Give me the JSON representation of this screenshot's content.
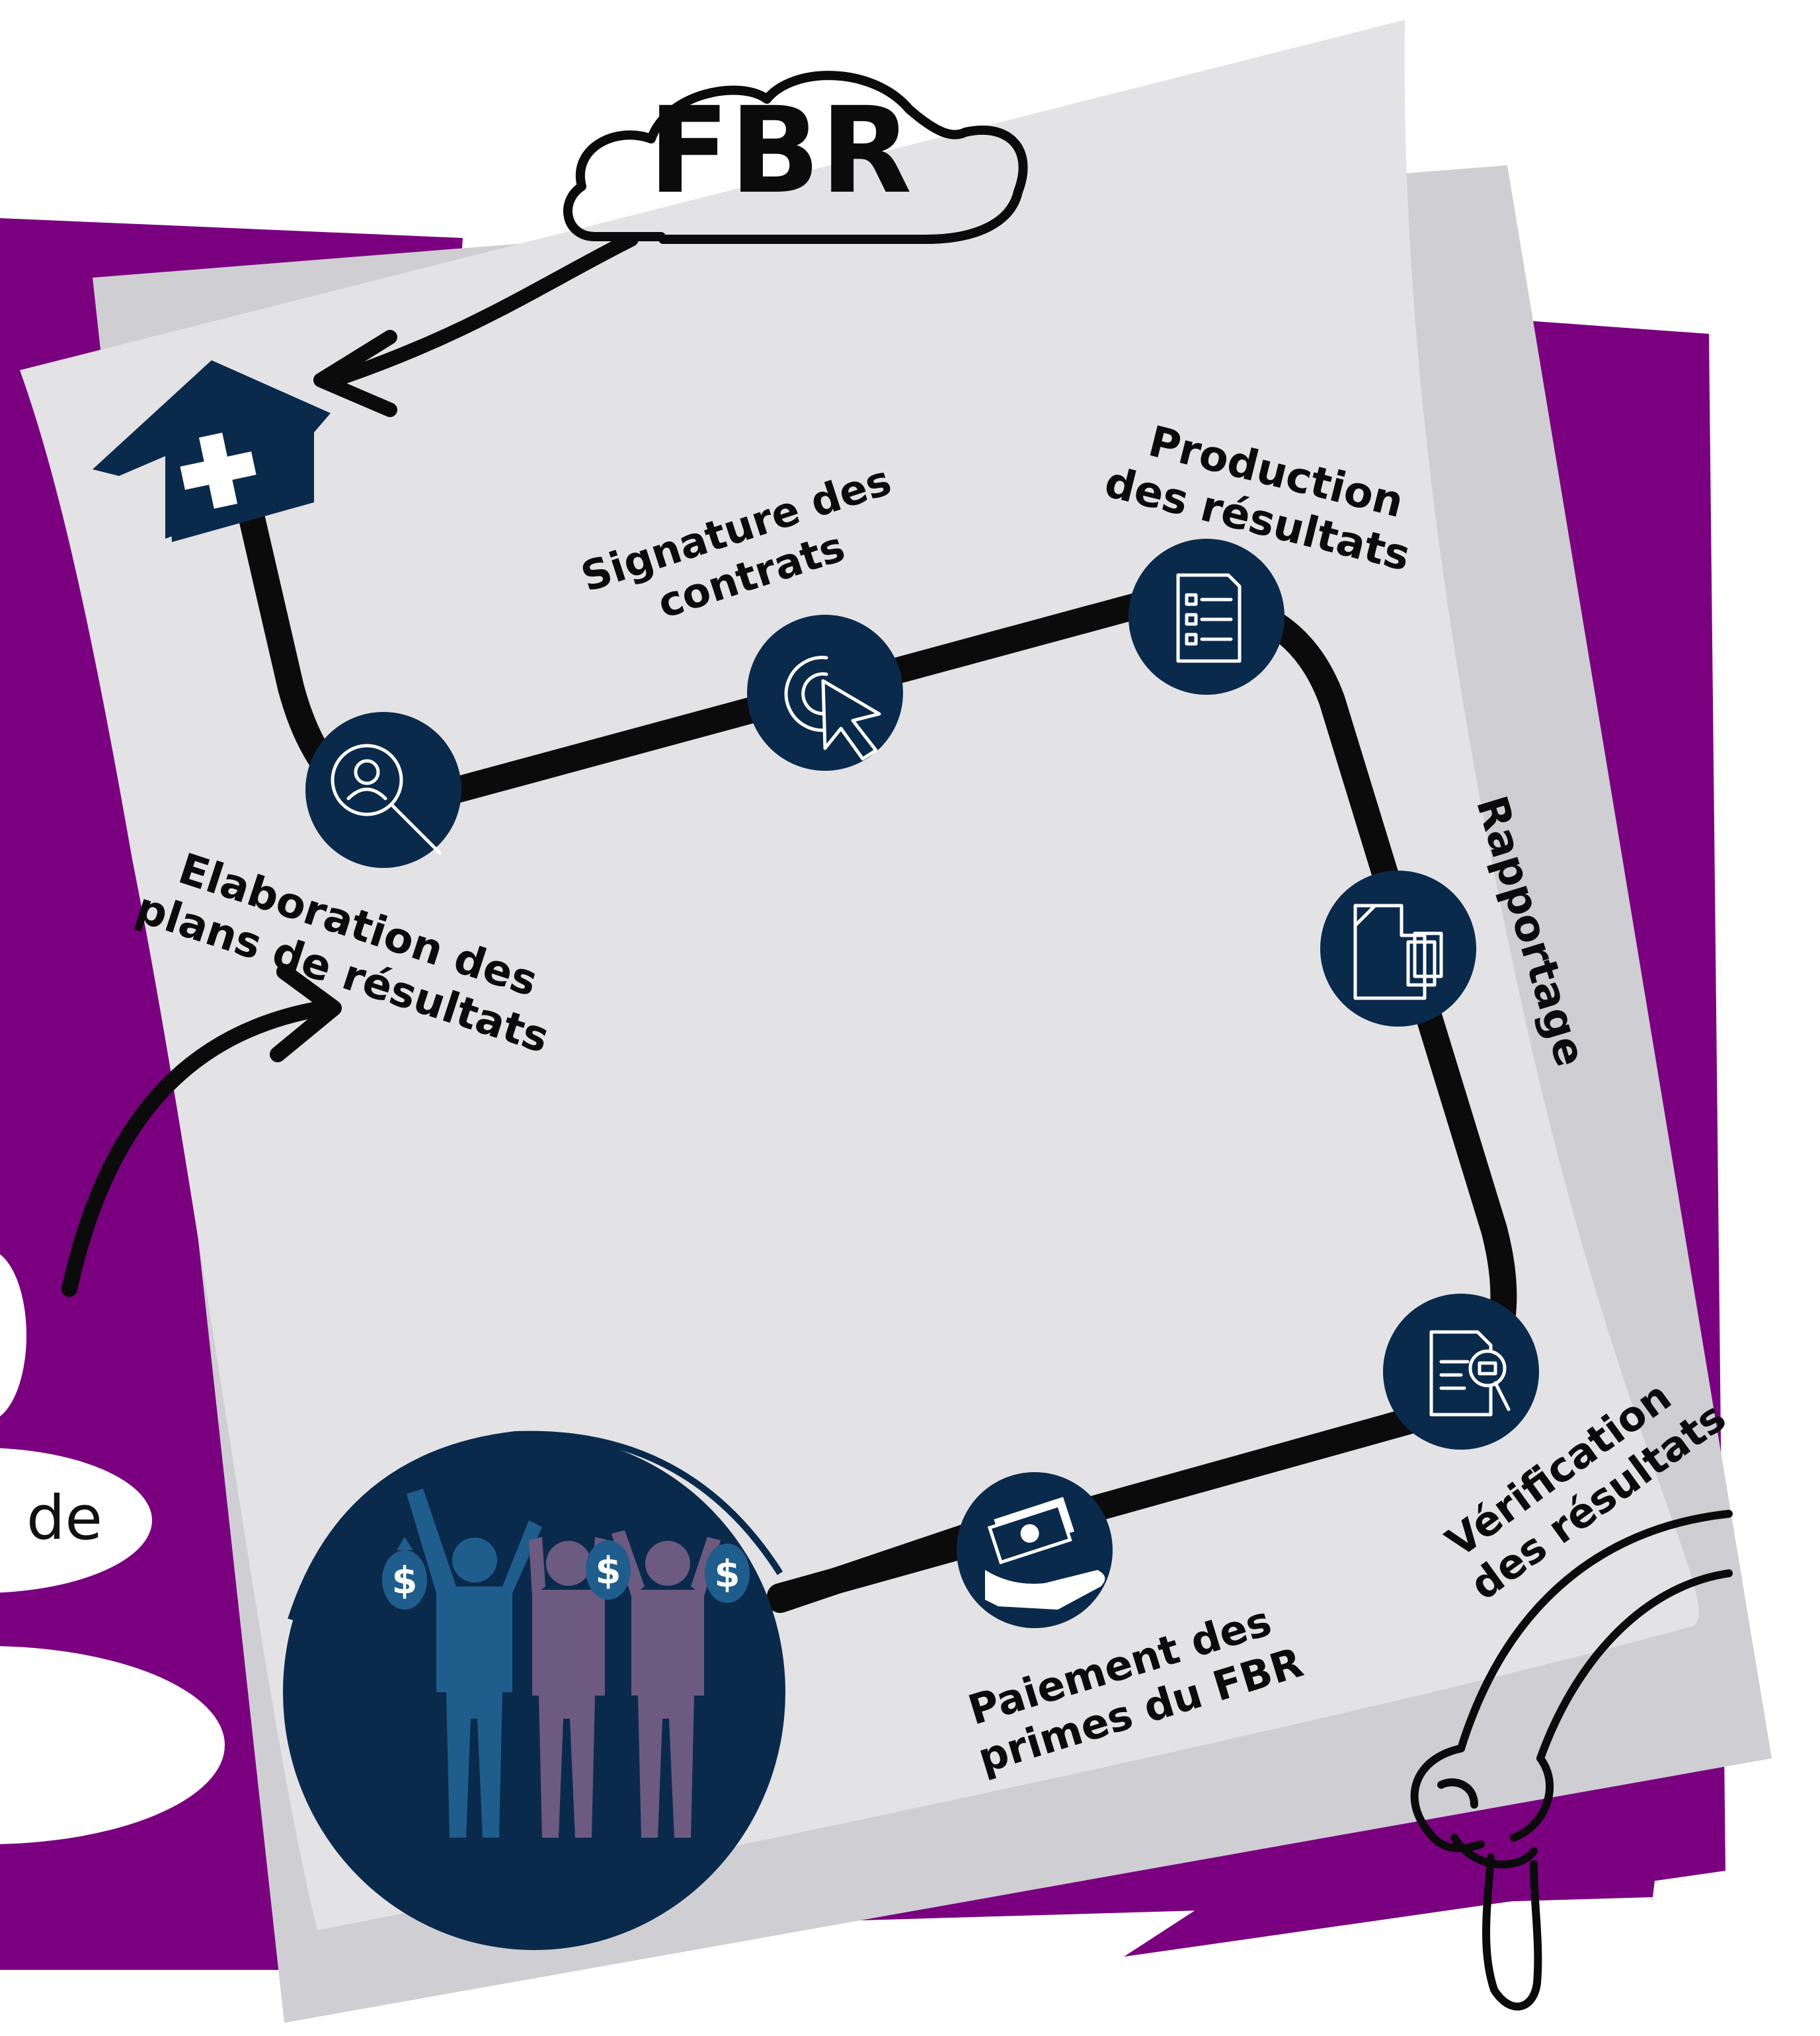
{
  "title": "FBR",
  "cut_text": "de",
  "steps": [
    {
      "id": "elaboration",
      "line1": "Elaboration des",
      "line2": "plans de résultats",
      "icon": "search-person-icon"
    },
    {
      "id": "signature",
      "line1": "Signature des",
      "line2": "contrats",
      "icon": "click-pointer-icon"
    },
    {
      "id": "production",
      "line1": "Production",
      "line2": "des résultats",
      "icon": "checklist-icon"
    },
    {
      "id": "rapportage",
      "line1": "Rapportage",
      "line2": "",
      "icon": "documents-icon"
    },
    {
      "id": "verification",
      "line1": "Vérification",
      "line2": "des résultats",
      "icon": "document-magnifier-icon"
    },
    {
      "id": "paiement",
      "line1": "Paiement des",
      "line2": "primes du FBR",
      "icon": "money-hand-icon"
    }
  ],
  "icons": {
    "facility": "health-facility-icon",
    "people": "people-money-bags-icon",
    "cloud": "cloud-icon"
  },
  "colors": {
    "purple": "#7a0080",
    "paper": "#e3e3e5",
    "paper_shadow": "#cfcfd3",
    "navy": "#0a2a4c",
    "road": "#0b0b0b",
    "person_blue": "#1f5d8c",
    "person_mauve": "#6d5a80"
  }
}
